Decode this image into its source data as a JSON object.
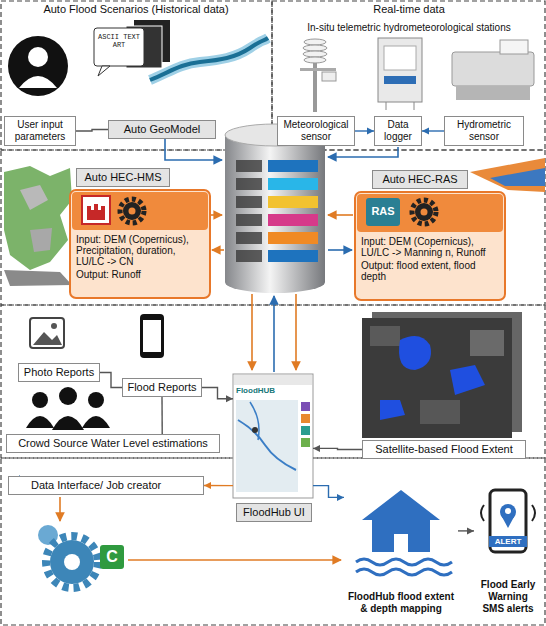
{
  "diagram": {
    "nodes": [
      {
        "text": [
          "Auto Flood Scenarios (Historical data)"
        ]
      },
      {
        "text": [
          "Real-time data",
          "In-situ telemetric hydrometeorological stations"
        ]
      },
      {
        "text": [
          "User input parameters"
        ],
        "in": 0
      },
      {
        "text": [
          "Auto GeoModel"
        ],
        "in": 0
      },
      {
        "text": [
          "Meteorological sensor"
        ],
        "in": 1
      },
      {
        "text": [
          "Data logger"
        ],
        "in": 1
      },
      {
        "text": [
          "Hydrometric sensor"
        ],
        "in": 1
      },
      {
        "text": [
          "Auto HEC-HMS"
        ]
      },
      {
        "text": [
          "Input: DEM (Copernicus), Precipitation, duration, LU/LC -> CN",
          "Output: Runoff"
        ]
      },
      {
        "text": [
          "Auto HEC-RAS"
        ]
      },
      {
        "text": [
          "Input: DEM (Copernicus), LU/LC -> Manning n, Runoff",
          "Output: flood extent, flood depth"
        ]
      },
      {
        "text": [
          "Photo Reports"
        ]
      },
      {
        "text": [
          "Flood Reports"
        ]
      },
      {
        "text": [
          "Crowd Source Water Level estimations"
        ]
      },
      {
        "text": [
          "FloodHUB"
        ]
      },
      {
        "text": [
          "Satellite-based Flood Extent"
        ]
      },
      {
        "text": [
          "Data Interface/ Job creator"
        ]
      },
      {
        "text": [
          "FloodHub UI"
        ]
      },
      {
        "text": [
          "FloodHub flood extent & depth mapping"
        ]
      },
      {
        "text": [
          "Flood Early Warning SMS alerts"
        ]
      }
    ],
    "edges": [
      {
        "from": 2,
        "to": 3,
        "arrow": "none"
      },
      {
        "from": 4,
        "to": 5,
        "arrow": "to"
      },
      {
        "from": 6,
        "to": 5,
        "arrow": "to"
      },
      {
        "from": 11,
        "to": 12,
        "arrow": "none"
      },
      {
        "from": 13,
        "to": 12,
        "arrow": "none"
      },
      {
        "from": 12,
        "to": 14,
        "arrow": "to"
      },
      {
        "from": 15,
        "to": 14,
        "arrow": "to"
      },
      {
        "from": 14,
        "to": 16,
        "arrow": "to"
      },
      {
        "from": 14,
        "to": 18,
        "arrow": "to"
      },
      {
        "from": 18,
        "to": 19,
        "arrow": "to"
      }
    ],
    "labels": [
      "ASCII TEXT ART",
      "RAS",
      "C",
      "ALERT"
    ]
  }
}
